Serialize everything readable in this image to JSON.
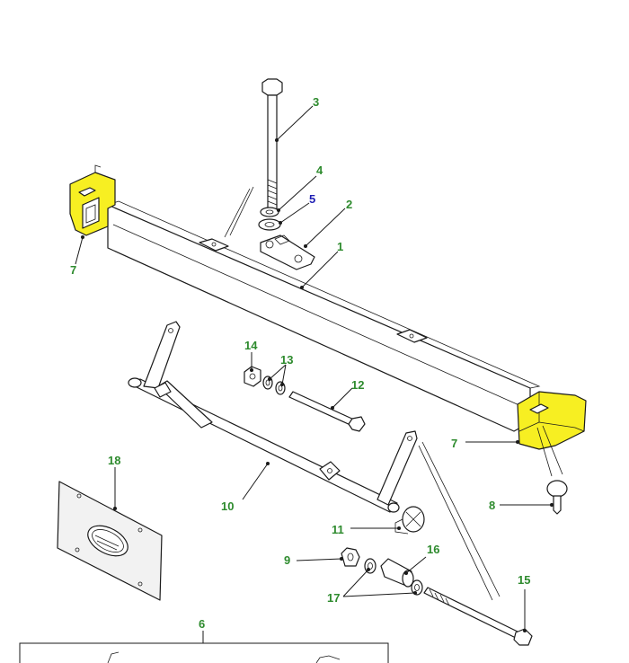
{
  "highlight_color": "#f7ef22",
  "callout_color": "#2e8b2e",
  "callout_alt_color": "#1f1fb4",
  "callouts": {
    "c1": "1",
    "c2": "2",
    "c3": "3",
    "c4": "4",
    "c5": "5",
    "c6": "6",
    "c7a": "7",
    "c7b": "7",
    "c8": "8",
    "c9": "9",
    "c10": "10",
    "c11": "11",
    "c12": "12",
    "c13": "13",
    "c14": "14",
    "c15": "15",
    "c16": "16",
    "c17": "17",
    "c18": "18"
  }
}
